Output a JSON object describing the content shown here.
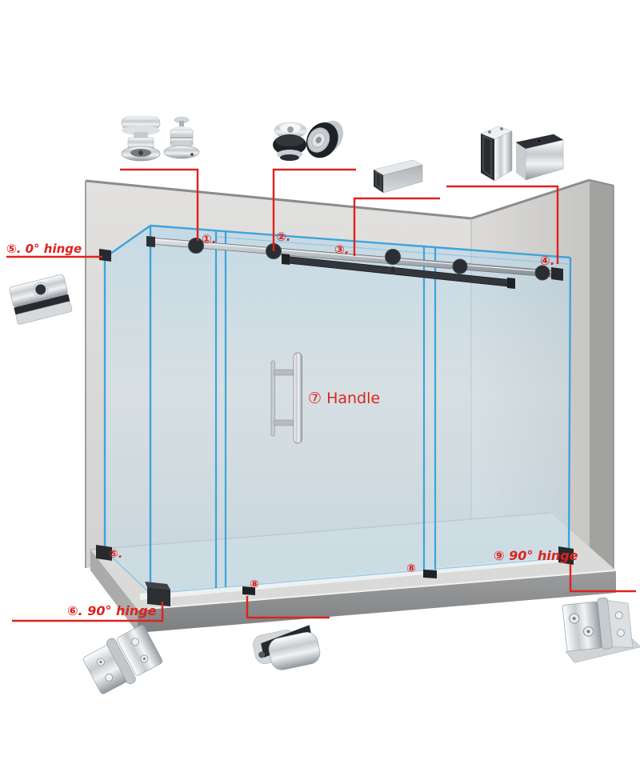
{
  "colors": {
    "red": "#de231e",
    "glass_edge": "#3fa3da",
    "hardware": "#26292d",
    "bar_dark": "#33373b"
  },
  "callouts": {
    "c1": {
      "text": "①."
    },
    "c2": {
      "text": "②."
    },
    "c3": {
      "text": "③."
    },
    "c4": {
      "text": "④."
    },
    "c5_top": {
      "text": "⑤. 0° hinge"
    },
    "c5_bottom": {
      "text": "⑤."
    },
    "c6": {
      "text": "⑥. 90° hinge"
    },
    "c7": {
      "text": "⑦ Handle"
    },
    "c8_left": {
      "text": "⑧"
    },
    "c8_right": {
      "text": "⑧"
    },
    "c9": {
      "text": "⑨ 90° hinge"
    }
  }
}
